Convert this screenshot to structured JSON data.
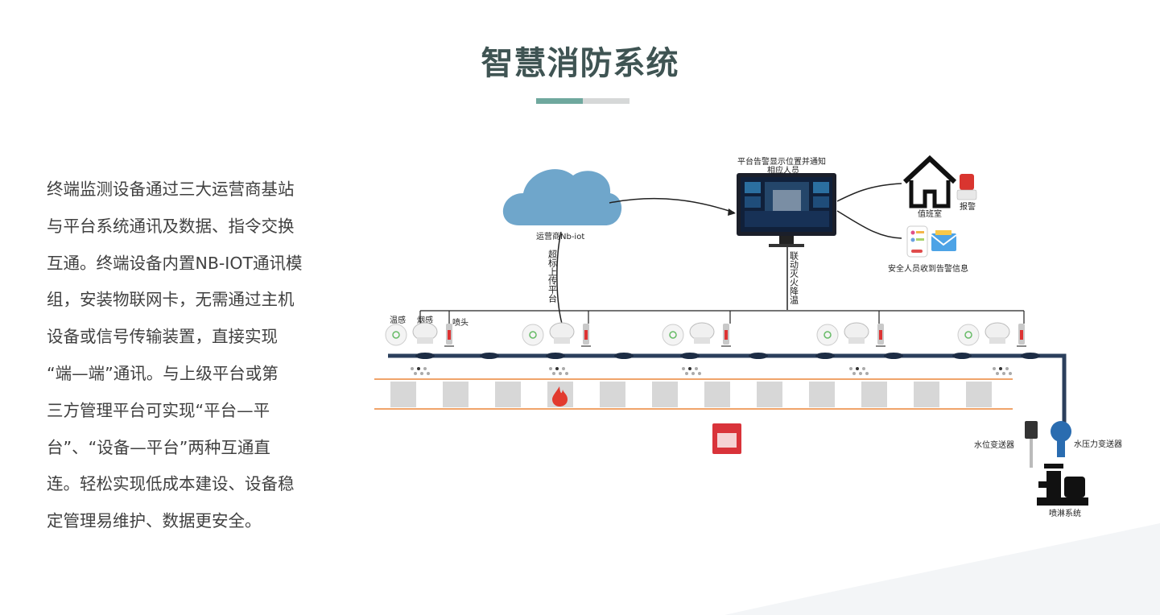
{
  "title": "智慧消防系统",
  "description": "终端监测设备通过三大运营商基站\n与平台系统通讯及数据、指令交换\n互通。终端设备内置NB-IOT通讯模\n组，安装物联网卡，无需通过主机\n设备或信号传输装置，直接实现\n“端—端”通讯。与上级平台或第\n三方管理平台可实现“平台—平\n台”、“设备—平台”两种互通直\n连。轻松实现低成本建设、设备稳\n定管理易维护、数据更安全。",
  "diagram": {
    "cloud_label": "运营商Nb-iot",
    "monitor_label_line1": "平台告警显示位置并通知",
    "monitor_label_line2": "相应人员",
    "house_label": "值班室",
    "alarm_label": "报警",
    "safety_label": "安全人员收到告警信息",
    "upload_label": "超标上传平台",
    "linkage_label": "联动灭火降温",
    "temp_label": "温感",
    "smoke_label": "烟感",
    "sprinkler_label": "喷头",
    "water_level_label": "水位变送器",
    "water_pressure_label": "水压力变送器",
    "spray_system_label": "喷淋系统",
    "colors": {
      "pipe": "#2b3f5c",
      "cloud": "#6fa6cb",
      "rail_line": "#f0a46a",
      "title": "#3f5453",
      "accent": "#6fa89e"
    }
  }
}
